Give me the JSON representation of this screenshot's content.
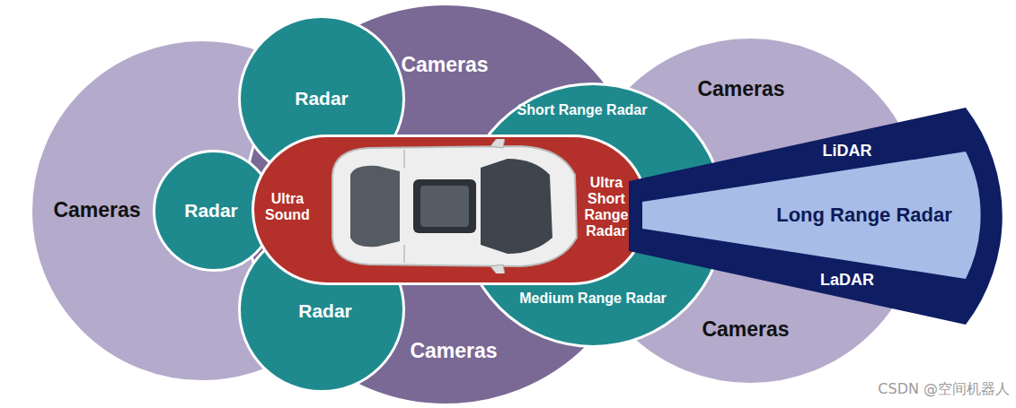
{
  "diagram": {
    "nodes": [
      {
        "text": [
          "Cameras"
        ]
      },
      {
        "text": [
          "Cameras",
          "Cameras"
        ]
      },
      {
        "text": [
          "Cameras",
          "Cameras"
        ]
      },
      {
        "text": [
          "Radar"
        ]
      },
      {
        "text": [
          "Radar"
        ]
      },
      {
        "text": [
          "Radar"
        ]
      },
      {
        "text": [
          "Short Range Radar",
          "Medium Range Radar"
        ]
      },
      {
        "text": [
          "Ultra Sound",
          "Ultra Short Range Radar"
        ]
      },
      {
        "text": [
          "LiDAR",
          "LaDAR"
        ]
      },
      {
        "text": [
          "Long Range Radar"
        ],
        "in": 8
      }
    ],
    "labels": [
      "CSDN @空间机器人"
    ]
  }
}
